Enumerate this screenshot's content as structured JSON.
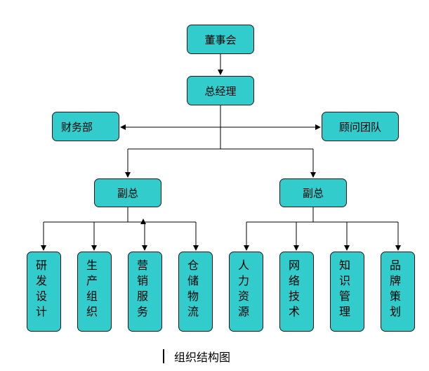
{
  "diagram": {
    "nodes": {
      "board": "董事会",
      "gm": "总经理",
      "finance": "财务部",
      "advisors": "顾问团队",
      "vp_left": "副总",
      "vp_right": "副总",
      "rd": "研发设计",
      "production": "生产组织",
      "marketing": "营销服务",
      "logistics": "仓储物流",
      "hr": "人力资源",
      "network": "网络技术",
      "knowledge": "知识管理",
      "brand": "品牌策划"
    },
    "node_color": "#33cccc",
    "line_color": "#000000"
  },
  "caption": "组织结构图"
}
